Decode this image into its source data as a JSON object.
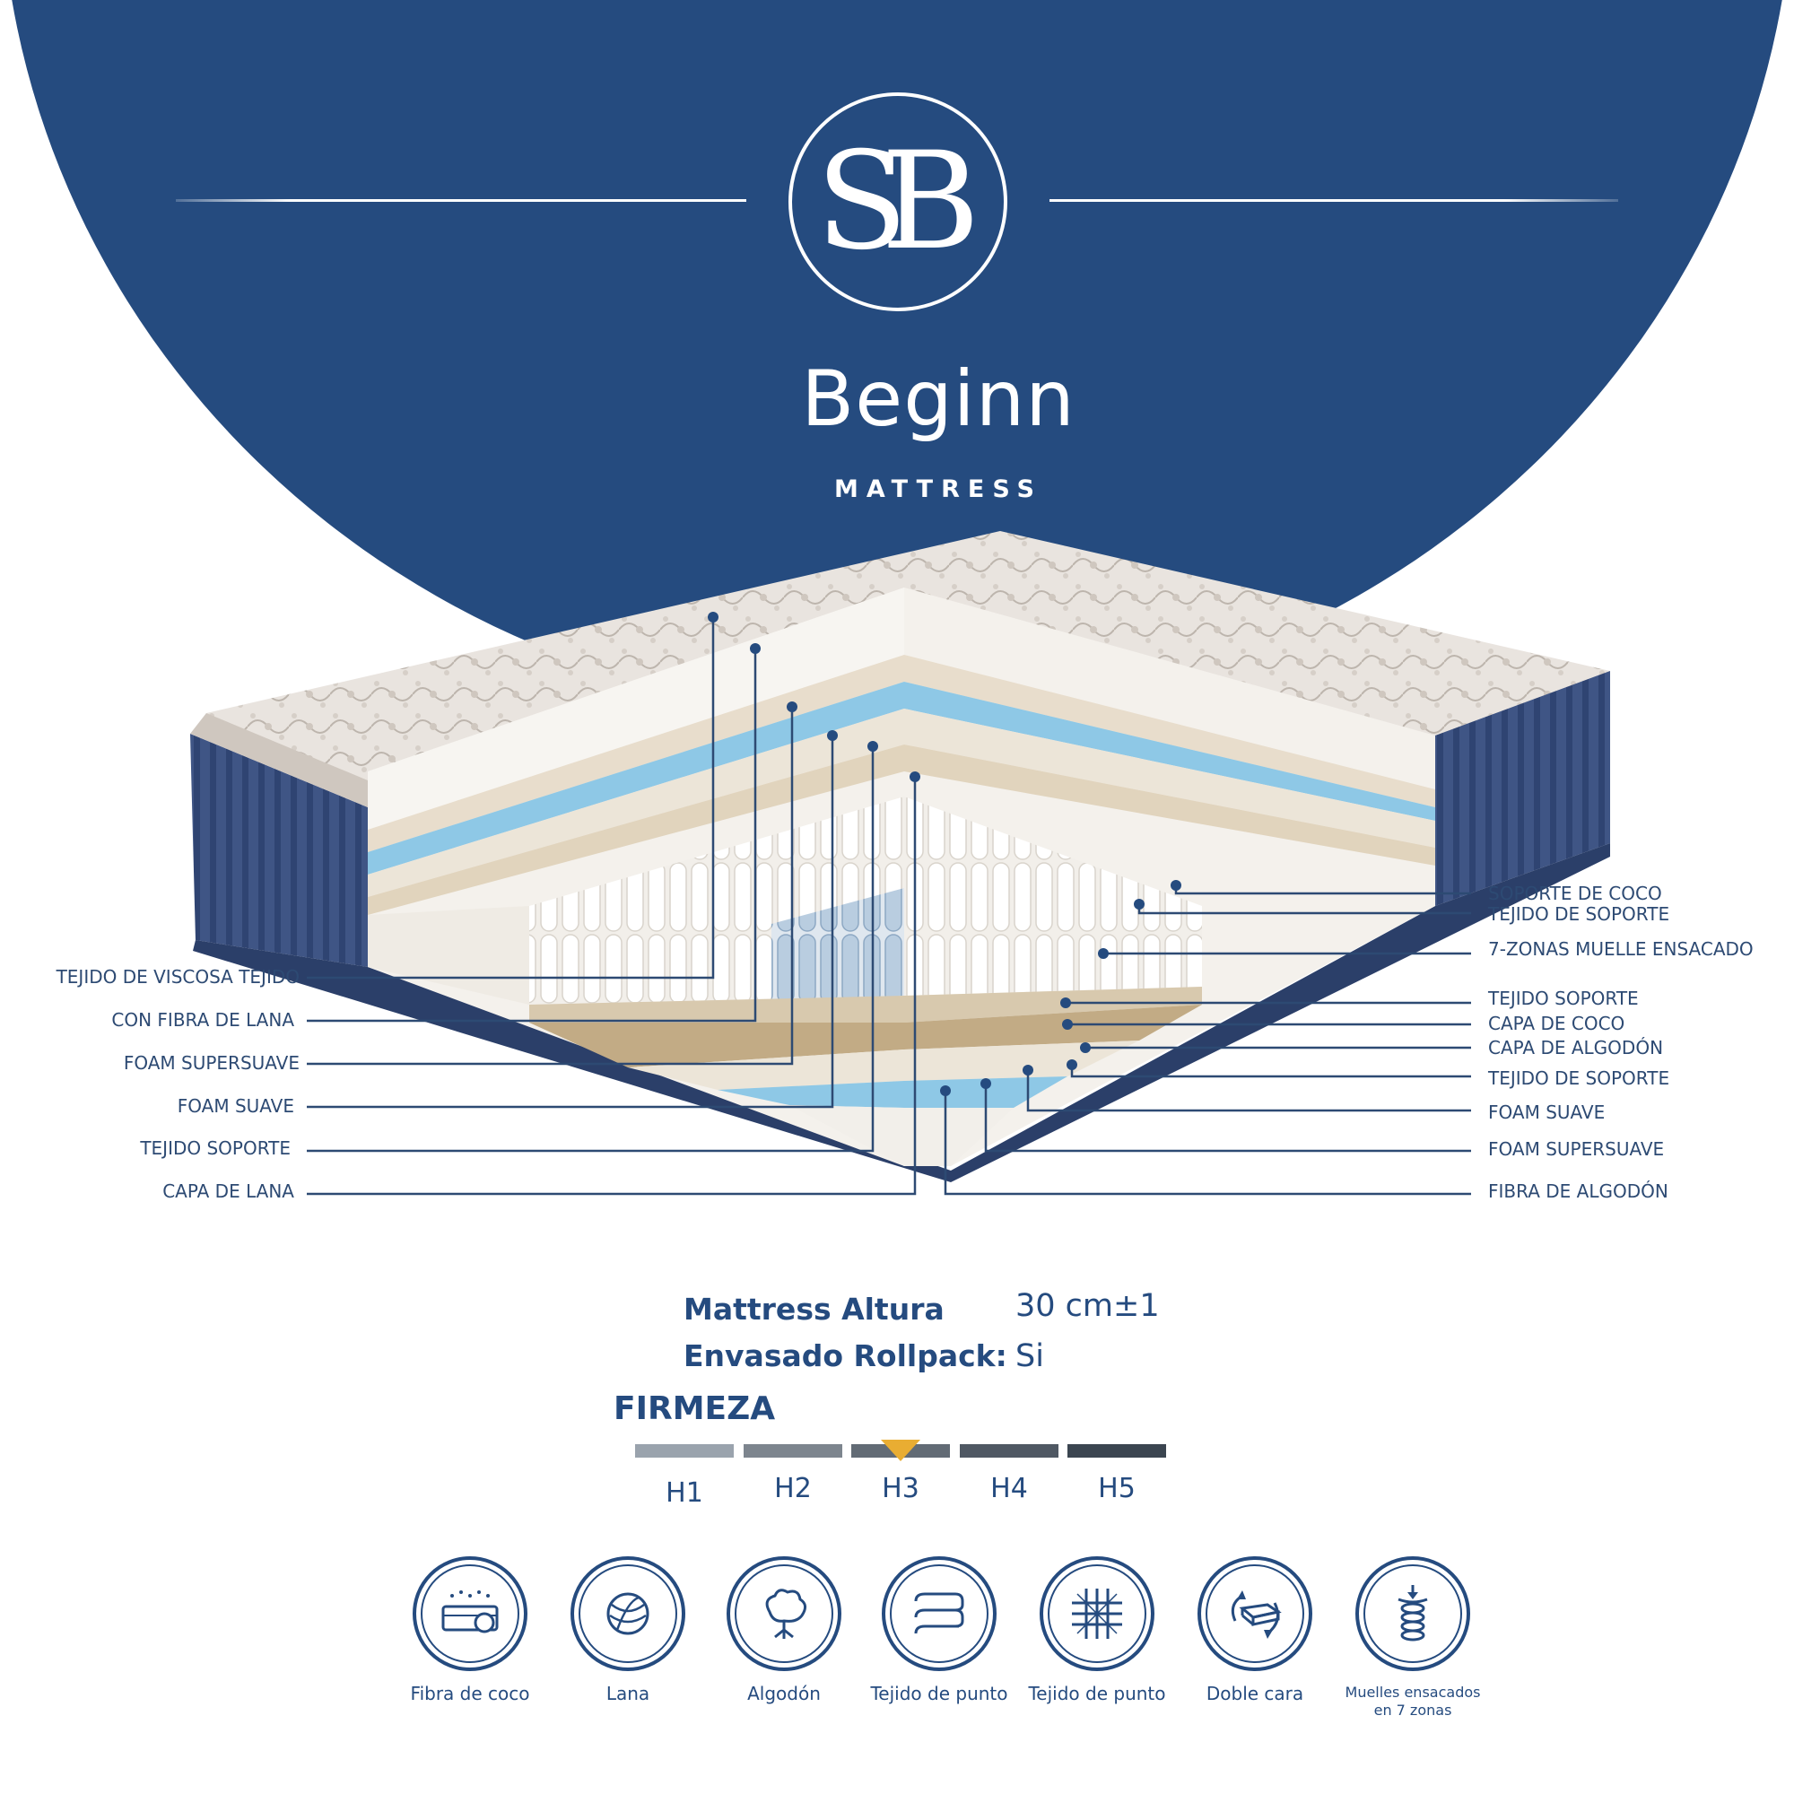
{
  "brand": {
    "logo_monogram": "SB",
    "name": "Beginn",
    "subtitle": "MATTRESS"
  },
  "callouts_left": [
    "TEJIDO DE VISCOSA  TEJIDO",
    "CON FIBRA DE LANA",
    "FOAM SUPERSUAVE",
    "FOAM SUAVE",
    "TEJIDO SOPORTE",
    "CAPA DE LANA"
  ],
  "callouts_right": [
    "SOPORTE DE COCO",
    "TEJIDO DE SOPORTE",
    "7-ZONAS MUELLE ENSACADO",
    "TEJIDO SOPORTE",
    "CAPA DE COCO",
    "CAPA DE ALGODÓN",
    "TEJIDO DE SOPORTE",
    "FOAM SUAVE",
    "FOAM SUPERSUAVE",
    "FIBRA DE ALGODÓN"
  ],
  "specs": {
    "height_label": "Mattress Altura",
    "height_value": "30 cm±1",
    "rollpack_label": "Envasado Rollpack:",
    "rollpack_value": "Si"
  },
  "firmness": {
    "title": "FIRMEZA",
    "levels": [
      "H1",
      "H2",
      "H3",
      "H4",
      "H5"
    ],
    "selected": "H3",
    "colors": [
      "#9aa3ad",
      "#7d858e",
      "#626b75",
      "#4f5863",
      "#3b4550"
    ]
  },
  "features": [
    {
      "label": "Fibra de coco",
      "icon": "coconut-fiber-icon"
    },
    {
      "label": "Lana",
      "icon": "wool-ball-icon"
    },
    {
      "label": "Algodón",
      "icon": "cotton-icon"
    },
    {
      "label": "Tejido de punto",
      "icon": "folded-fabric-icon"
    },
    {
      "label": "Tejido de punto",
      "icon": "knit-weave-icon"
    },
    {
      "label": "Doble cara",
      "icon": "double-sided-icon"
    },
    {
      "label": "Muelles ensacados en 7 zonas",
      "icon": "pocket-spring-icon"
    }
  ],
  "colors": {
    "brand_blue": "#254b7f",
    "marker_gold": "#e9ad32"
  }
}
